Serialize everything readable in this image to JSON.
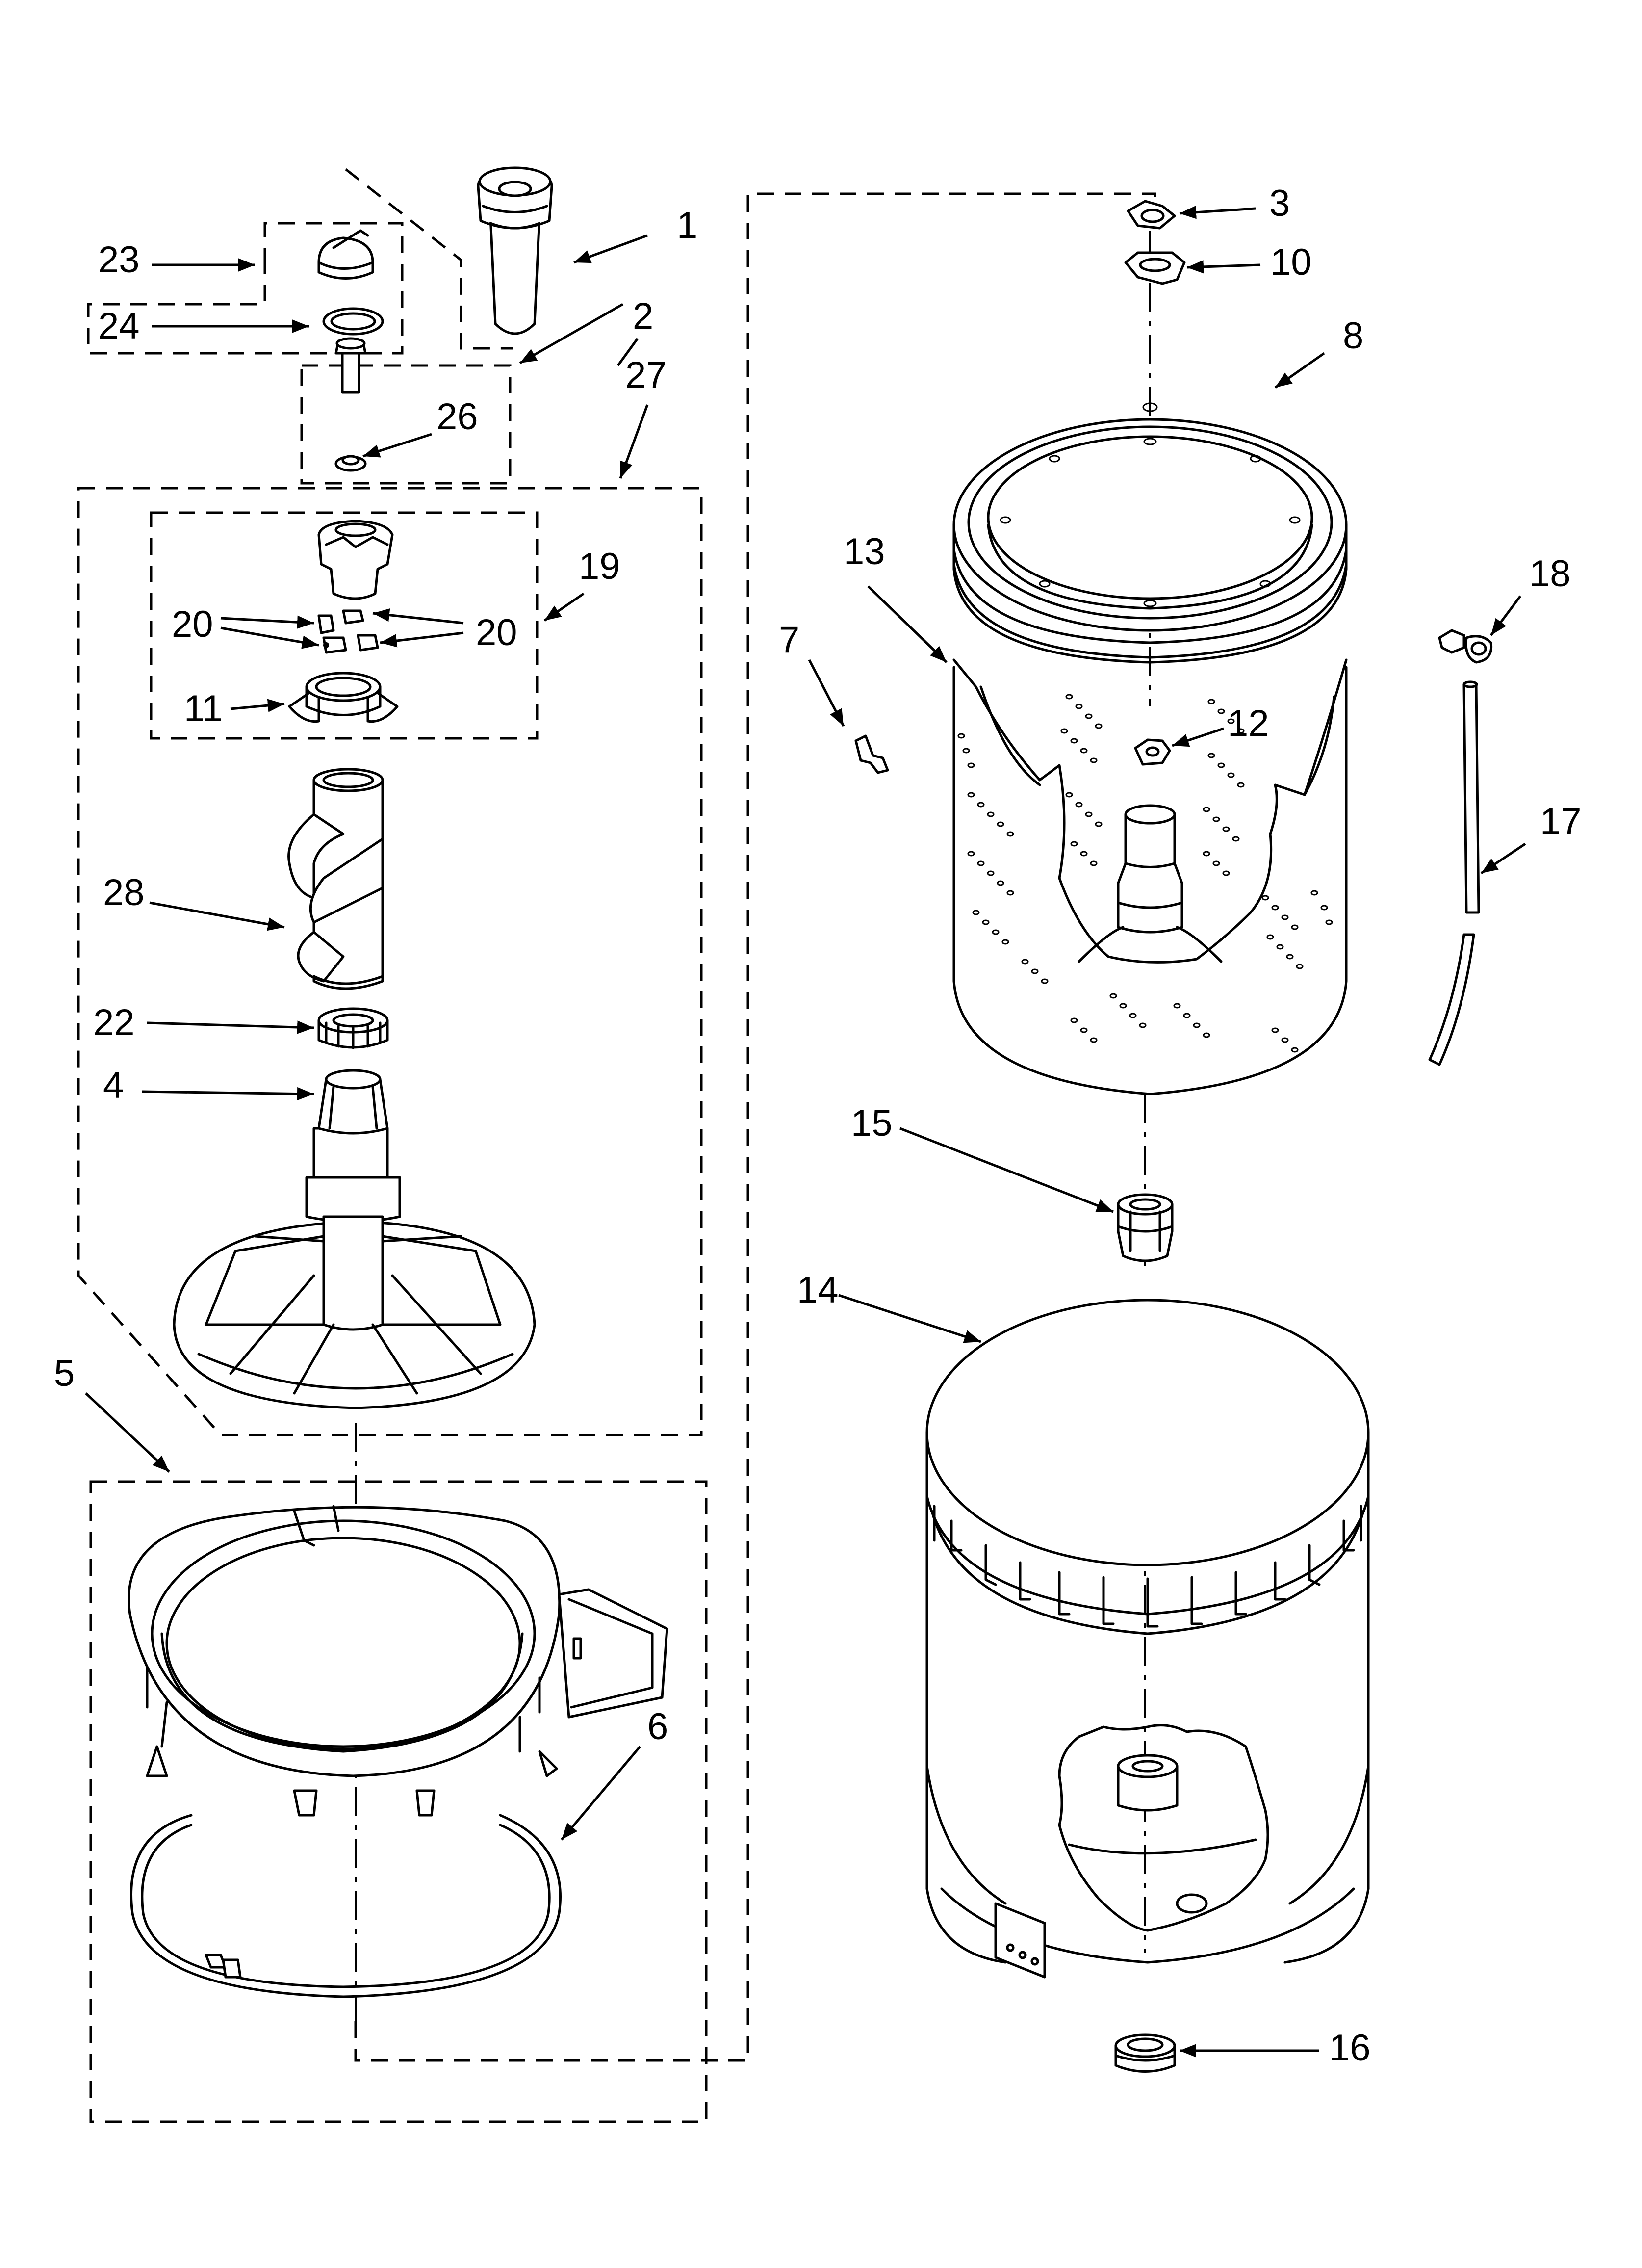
{
  "callouts": [
    "1",
    "2",
    "3",
    "4",
    "5",
    "6",
    "7",
    "8",
    "10",
    "11",
    "12",
    "13",
    "14",
    "15",
    "16",
    "17",
    "18",
    "19",
    "20",
    "20",
    "22",
    "23",
    "24",
    "26",
    "27",
    "28"
  ]
}
